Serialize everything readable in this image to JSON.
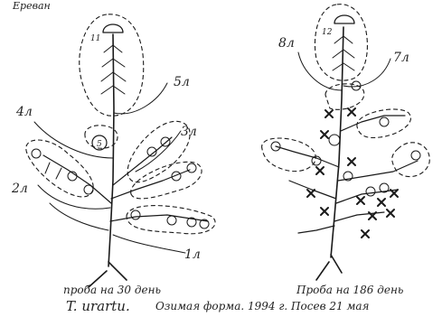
{
  "location_label": "Ереван",
  "left_plant": {
    "leaf_labels": [
      "1л",
      "2л",
      "3л",
      "4л",
      "5л"
    ],
    "inner_numbers": [
      "11",
      "5"
    ],
    "caption": "проба  на 30 день"
  },
  "right_plant": {
    "leaf_labels": [
      "7л",
      "8л"
    ],
    "inner_numbers": [
      "12"
    ],
    "caption": "Проба  на 186 день"
  },
  "footer": {
    "species": "T. urartu.",
    "description": "Озимая форма. 1994 г. Посев 21 мая"
  }
}
